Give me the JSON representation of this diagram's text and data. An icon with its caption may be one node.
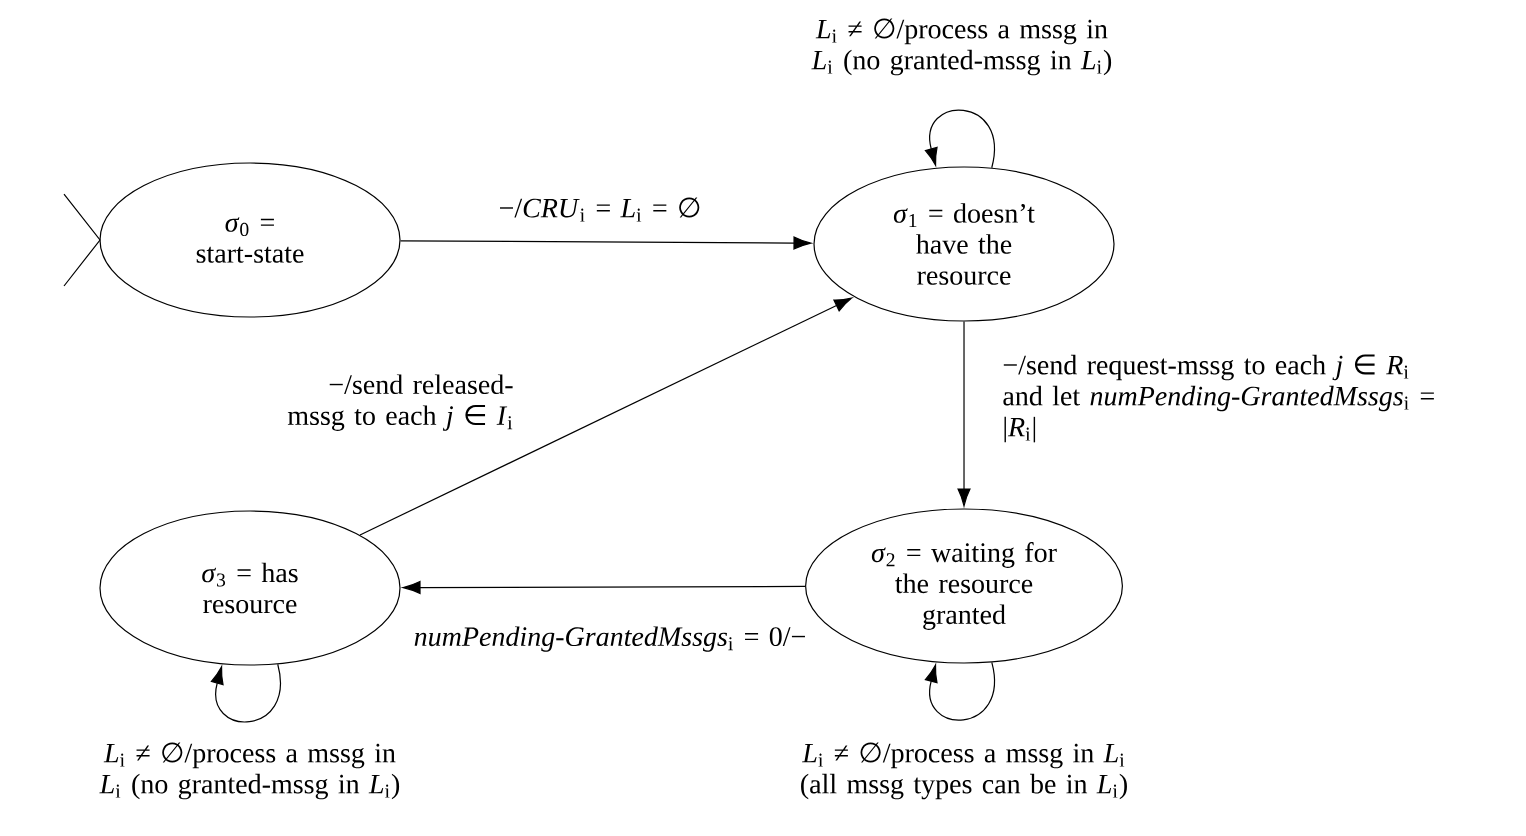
{
  "diagram": {
    "nodes": [
      {
        "text": [
          "*σ*$_{0}$ = start-state"
        ]
      },
      {
        "text": [
          "*σ*$_{1}$ = doesn’t have the resource"
        ]
      },
      {
        "text": [
          "*σ*$_{2}$ = waiting for the resource granted"
        ]
      },
      {
        "text": [
          "*σ*$_{3}$ = has resource"
        ]
      }
    ],
    "edges": [
      {
        "from": 0,
        "to": 1,
        "arrow": "to",
        "label": "−/*CRU*$_{i}$ = *L*$_{i}$ = ∅"
      },
      {
        "from": 1,
        "to": 1,
        "arrow": "to",
        "label": "*L*$_{i}$ ≠ ∅/process a mssg in *L*$_{i}$ (no granted-mssg in *L*$_{i}$)"
      },
      {
        "from": 1,
        "to": 2,
        "arrow": "to",
        "label": "−/send request-mssg to each *j* ∈ *R*$_{i}$ and let *numPending-GrantedMssgs*$_{i}$ = |*R*$_{i}$|"
      },
      {
        "from": 2,
        "to": 2,
        "arrow": "to",
        "label": "*L*$_{i}$ ≠ ∅/process a mssg in *L*$_{i}$ (all mssg types can be in *L*$_{i}$)"
      },
      {
        "from": 2,
        "to": 3,
        "arrow": "to",
        "label": "*numPending-GrantedMssgs*$_{i}$ = 0/−"
      },
      {
        "from": 3,
        "to": 1,
        "arrow": "to",
        "label": "−/send released-mssg to each *j* ∈ *I*$_{i}$"
      },
      {
        "from": 3,
        "to": 3,
        "arrow": "to",
        "label": "*L*$_{i}$ ≠ ∅/process a mssg in *L*$_{i}$ (no granted-mssg in *L*$_{i}$)"
      }
    ]
  }
}
